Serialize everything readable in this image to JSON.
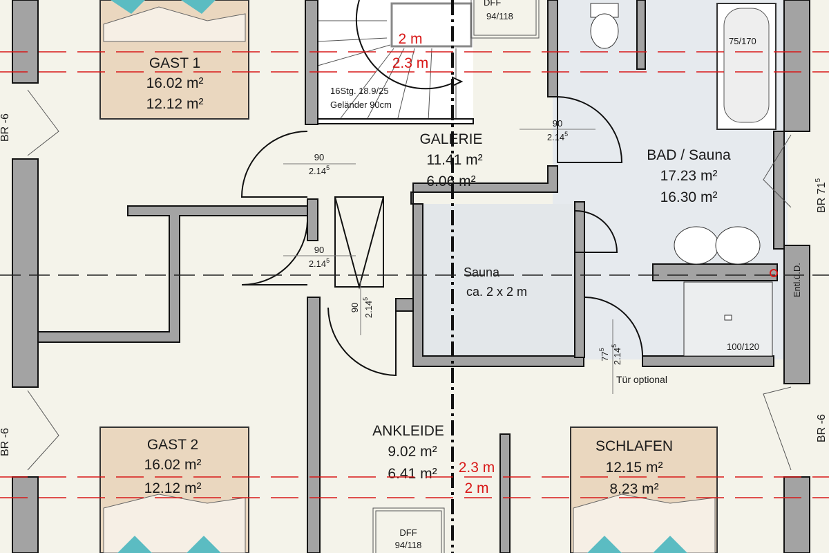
{
  "rooms": {
    "gast1": {
      "name": "GAST 1",
      "area1": "16.02 m²",
      "area2": "12.12 m²"
    },
    "gast2": {
      "name": "GAST 2",
      "area1": "16.02 m²",
      "area2": "12.12 m²"
    },
    "galerie": {
      "name": "GALERIE",
      "area1": "11.41 m²",
      "area2": "6.06 m²"
    },
    "bad": {
      "name": "BAD / Sauna",
      "area1": "17.23 m²",
      "area2": "16.30 m²"
    },
    "sauna": {
      "name": "Sauna",
      "size": "ca. 2 x 2 m"
    },
    "ankleide": {
      "name": "ANKLEIDE",
      "area1": "9.02 m²",
      "area2": "6.41 m²"
    },
    "schlafen": {
      "name": "SCHLAFEN",
      "area1": "12.15 m²",
      "area2": "8.23 m²"
    }
  },
  "stairs": {
    "line1": "16Stg. 18.9/25",
    "line2": "Geländer 90cm"
  },
  "skylights": {
    "top": {
      "label": "DFF",
      "size": "94/118"
    },
    "bottom": {
      "label": "DFF",
      "size": "94/118"
    }
  },
  "heights": {
    "top_2m": "2 m",
    "top_23m": "2.3 m",
    "bottom_23m": "2.3 m",
    "bottom_2m": "2 m"
  },
  "doors": {
    "width": "90",
    "height": "2.14",
    "height_sup": "5",
    "optional_width": "77",
    "optional_width_sup": "5",
    "optional_note": "Tür optional"
  },
  "fixtures": {
    "bathtub": "75/170",
    "shower": "100/120",
    "vent": "Entl.ü.D."
  },
  "windows": {
    "left_top": "BR -6",
    "left_bottom": "BR -6",
    "right_top": "BR 71",
    "right_top_sup": "5",
    "right_bottom": "BR -6"
  },
  "colors": {
    "floor": "#f4f3ea",
    "bath": "#e6eaee",
    "wall": "#a3a3a3",
    "bed": "#ead7bf",
    "height_line": "#d81818"
  }
}
